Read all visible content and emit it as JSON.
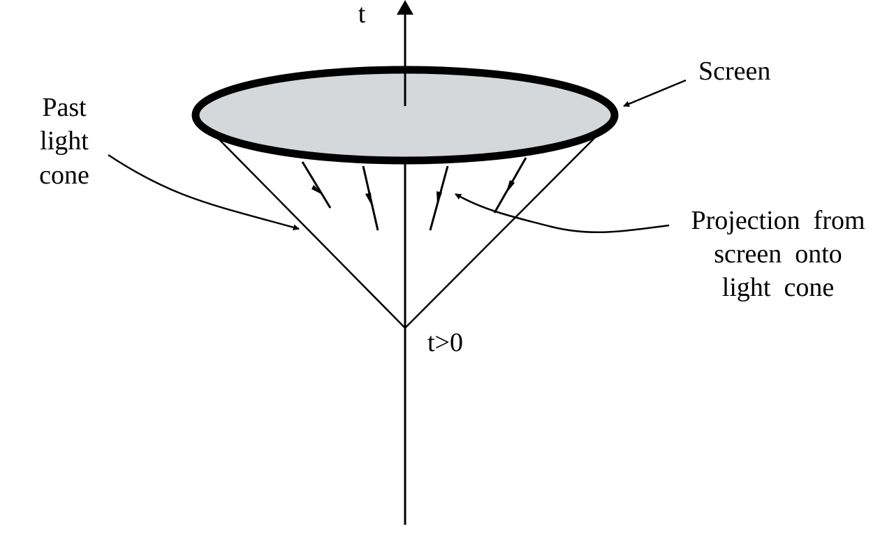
{
  "labels": {
    "axis_t": "t",
    "screen": "Screen",
    "past_light_cone": [
      "Past",
      "light",
      "cone"
    ],
    "projection": [
      "Projection  from",
      "screen  onto",
      "light  cone"
    ],
    "origin": "t>0"
  },
  "colors": {
    "stroke": "#000000",
    "screen_fill": "#d5d8da",
    "background": "#ffffff"
  }
}
